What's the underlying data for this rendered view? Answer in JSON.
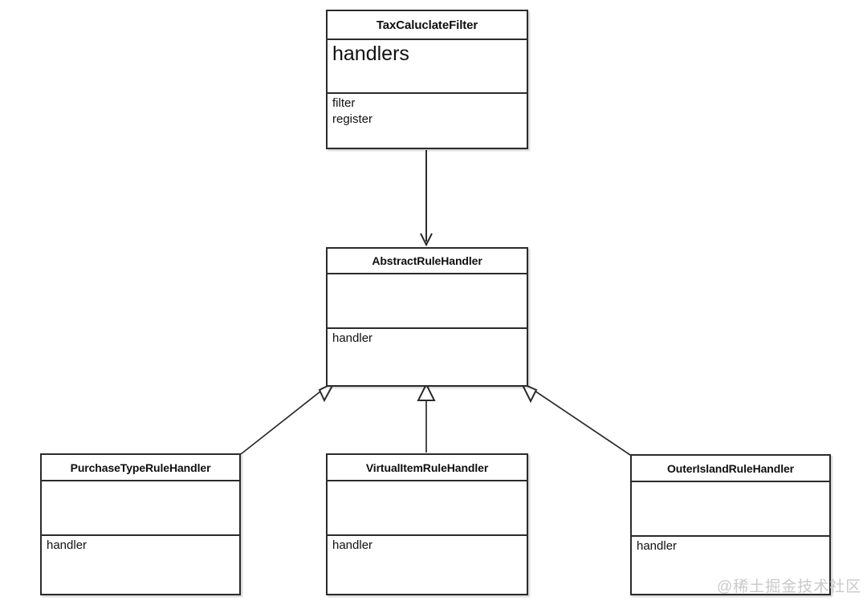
{
  "diagram": {
    "type": "uml-class-diagram",
    "background_color": "#ffffff",
    "line_color": "#2b2b2b",
    "classes": [
      {
        "id": "tax-calculate-filter",
        "name": "TaxCaluclateFilter",
        "attributes": [
          "handlers"
        ],
        "operations": [
          "filter",
          "register"
        ]
      },
      {
        "id": "abstract-rule-handler",
        "name": "AbstractRuleHandler",
        "attributes": [],
        "operations": [
          "handler"
        ]
      },
      {
        "id": "purchase-type-rule-handler",
        "name": "PurchaseTypeRuleHandler",
        "attributes": [],
        "operations": [
          "handler"
        ]
      },
      {
        "id": "virtual-item-rule-handler",
        "name": "VirtualItemRuleHandler",
        "attributes": [],
        "operations": [
          "handler"
        ]
      },
      {
        "id": "outer-island-rule-handler",
        "name": "OuterIslandRuleHandler",
        "attributes": [],
        "operations": [
          "handler"
        ]
      }
    ],
    "relations": [
      {
        "id": "rel-dependency",
        "from": "tax-calculate-filter",
        "to": "abstract-rule-handler",
        "kind": "dependency-arrow"
      },
      {
        "id": "rel-gen-purchase",
        "from": "purchase-type-rule-handler",
        "to": "abstract-rule-handler",
        "kind": "generalization"
      },
      {
        "id": "rel-gen-virtual",
        "from": "virtual-item-rule-handler",
        "to": "abstract-rule-handler",
        "kind": "generalization"
      },
      {
        "id": "rel-gen-outer",
        "from": "outer-island-rule-handler",
        "to": "abstract-rule-handler",
        "kind": "generalization"
      }
    ]
  },
  "watermark": {
    "text": "@稀土掘金技术社区",
    "color": "#c9c9c9"
  }
}
